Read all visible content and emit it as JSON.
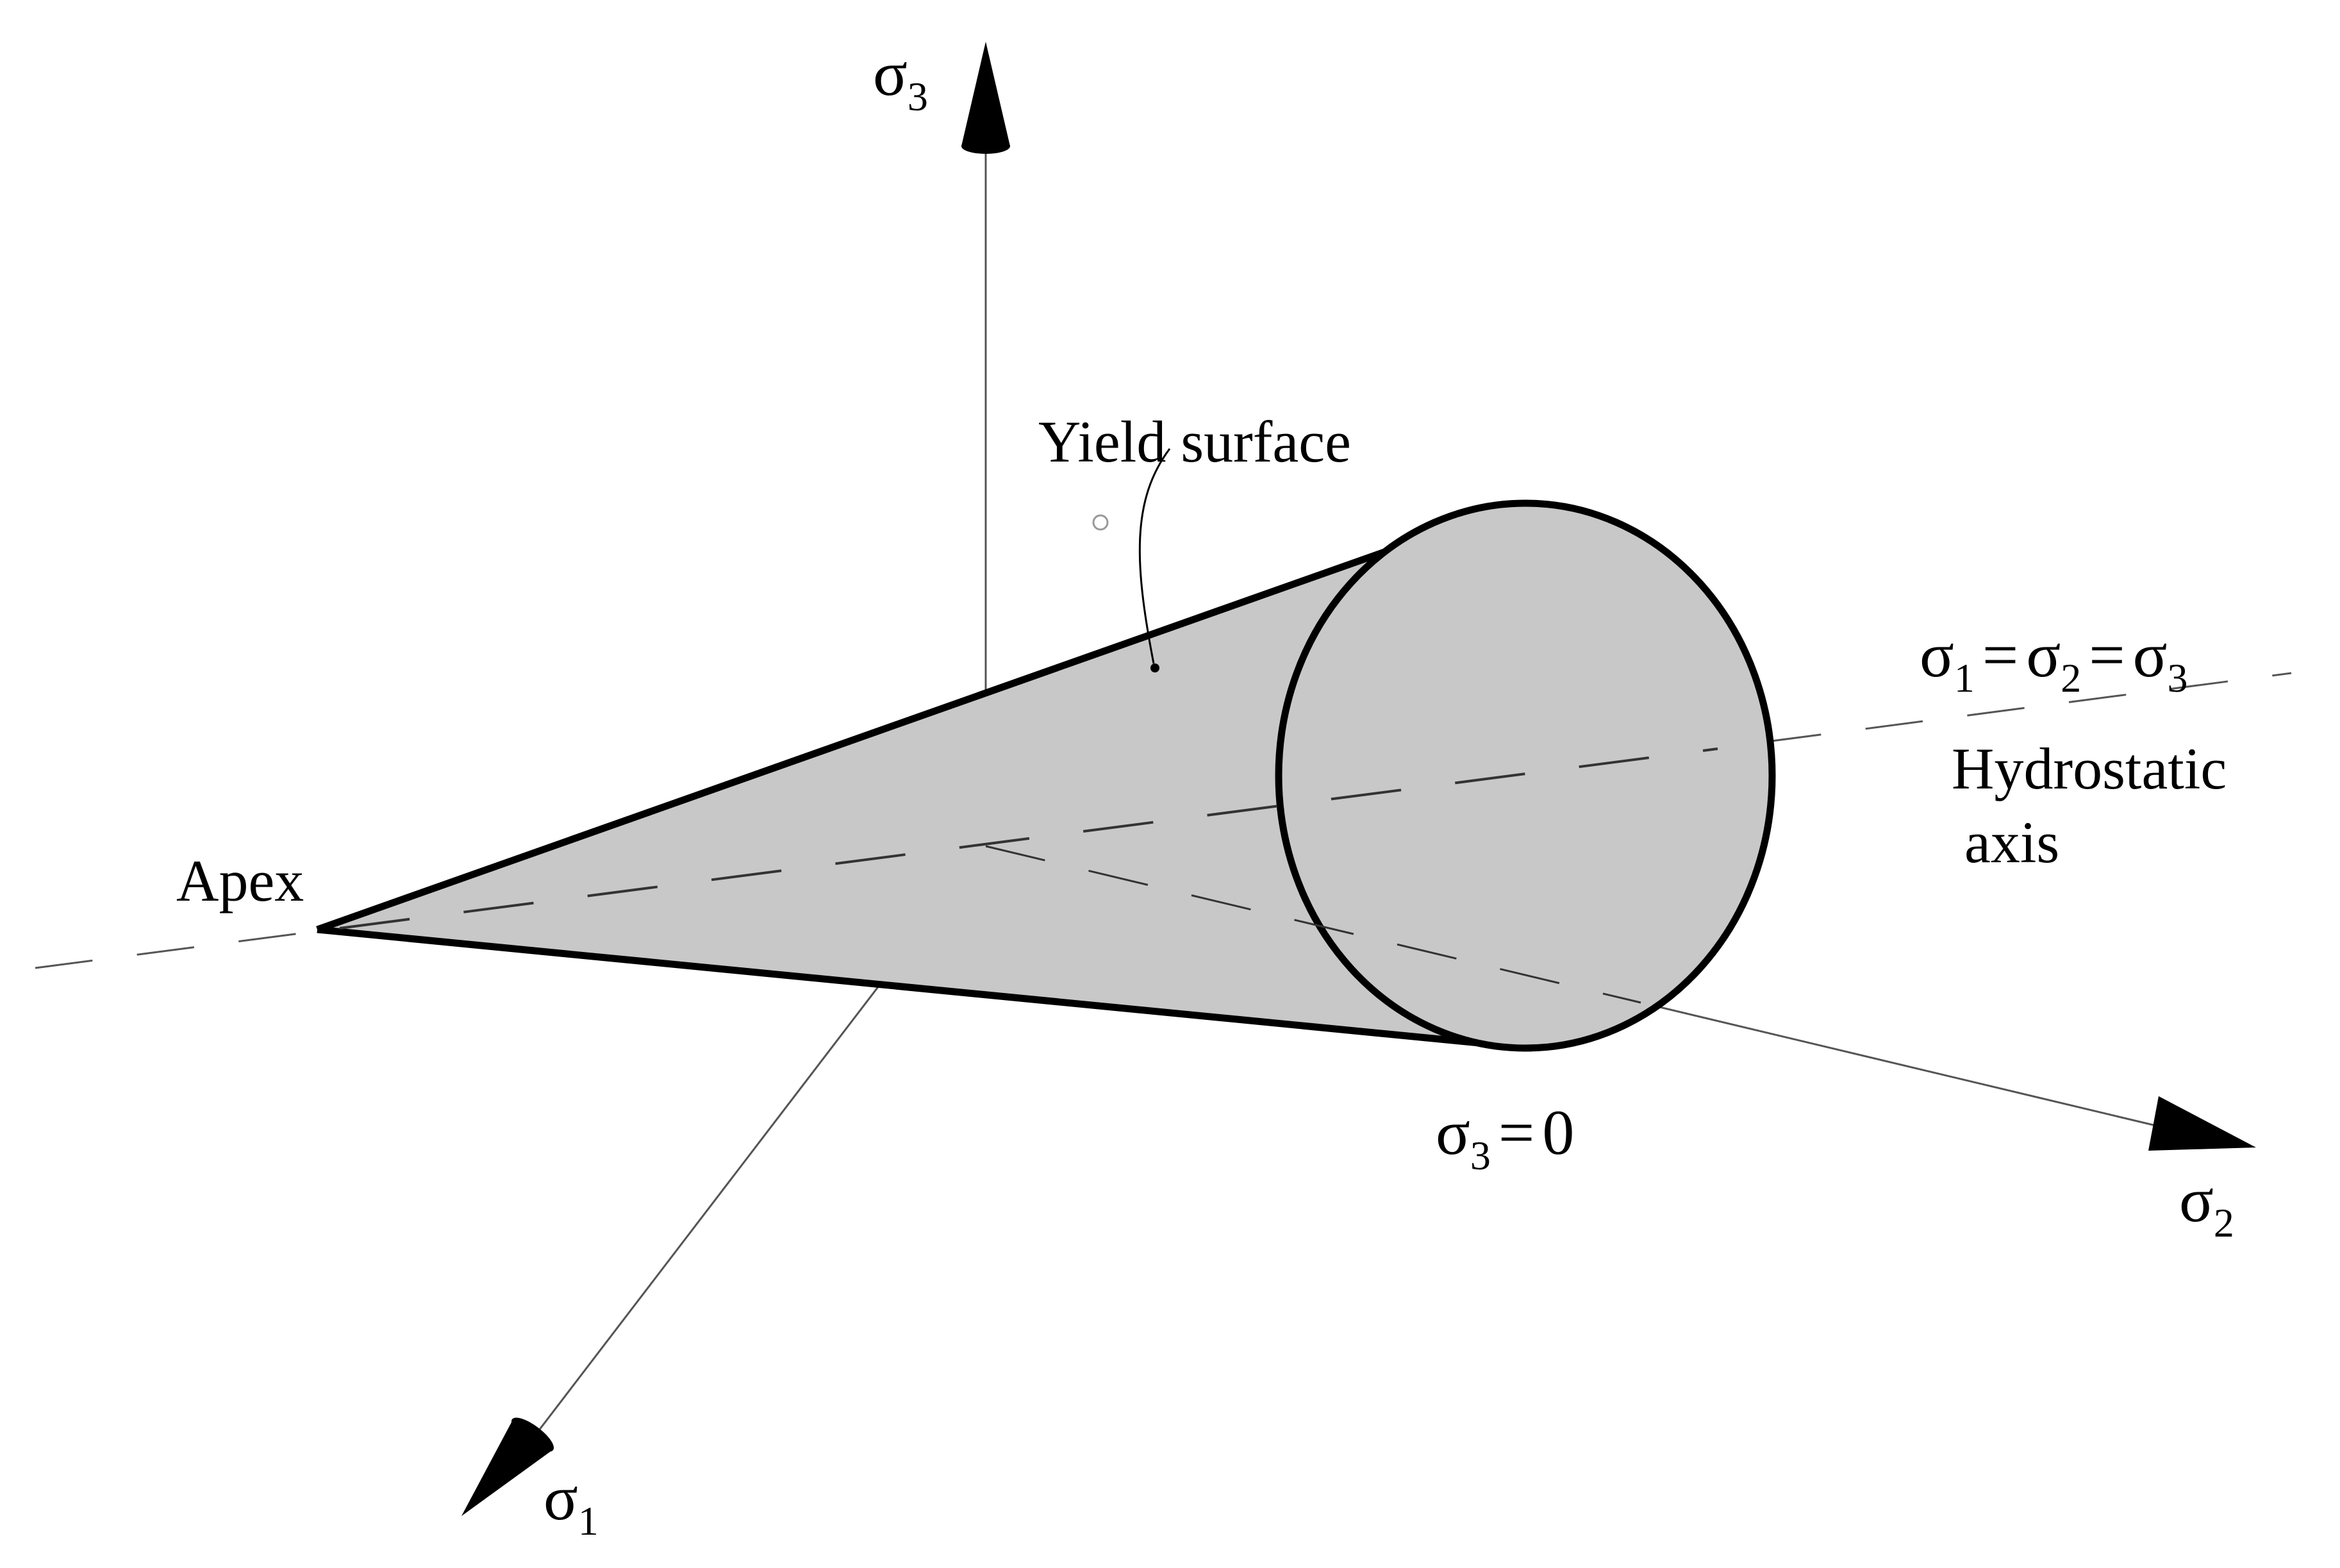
{
  "colors": {
    "background": "#ffffff",
    "surface_fill": "#c8c8c8",
    "outline": "#000000",
    "axis_line": "#555555"
  },
  "axes": {
    "sigma1": {
      "symbol": "σ",
      "sub": "1"
    },
    "sigma2": {
      "symbol": "σ",
      "sub": "2"
    },
    "sigma3": {
      "symbol": "σ",
      "sub": "3"
    }
  },
  "labels": {
    "yield_surface": "Yield surface",
    "apex": "Apex",
    "hydrostatic_eq": {
      "s": "σ",
      "sub1": "1",
      "sub2": "2",
      "sub3": "3",
      "eq": "="
    },
    "hydrostatic_line1": "Hydrostatic",
    "hydrostatic_line2": "axis",
    "sigma3_zero": {
      "s": "σ",
      "sub": "3",
      "eq": "=",
      "value": "0"
    }
  }
}
